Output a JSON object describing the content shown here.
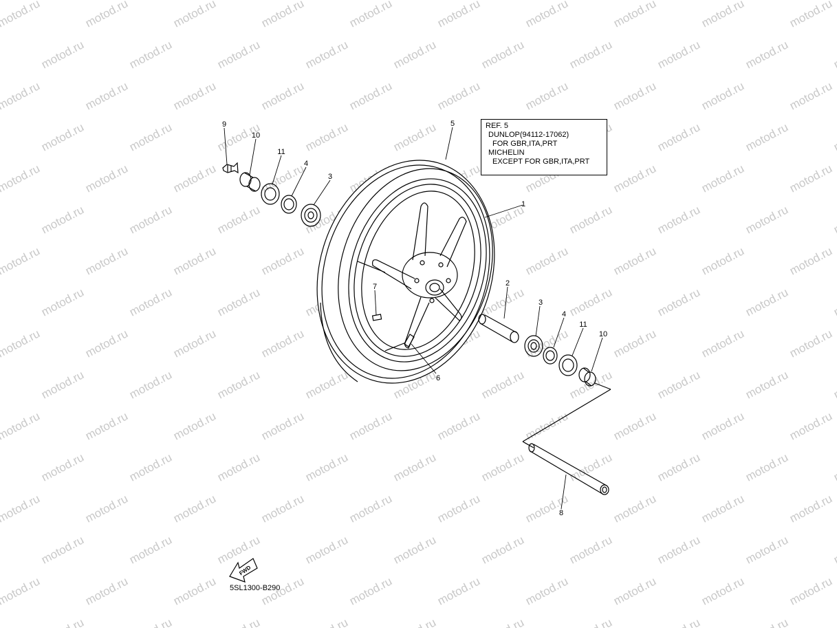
{
  "watermark": {
    "text": "motod.ru",
    "color": "#c8c8c8"
  },
  "ref_box": {
    "title": "REF. 5",
    "lines": [
      "DUNLOP(94112-17062)",
      "FOR GBR,ITA,PRT",
      "MICHELIN",
      "EXCEPT FOR GBR,ITA,PRT"
    ]
  },
  "callouts": {
    "c1": "1",
    "c2": "2",
    "c3a": "3",
    "c3b": "3",
    "c4a": "4",
    "c4b": "4",
    "c5": "5",
    "c6": "6",
    "c7": "7",
    "c8": "8",
    "c9": "9",
    "c10a": "10",
    "c10b": "10",
    "c11a": "11",
    "c11b": "11"
  },
  "fwd_label": "FWD",
  "diagram_code": "5SL1300-B290"
}
